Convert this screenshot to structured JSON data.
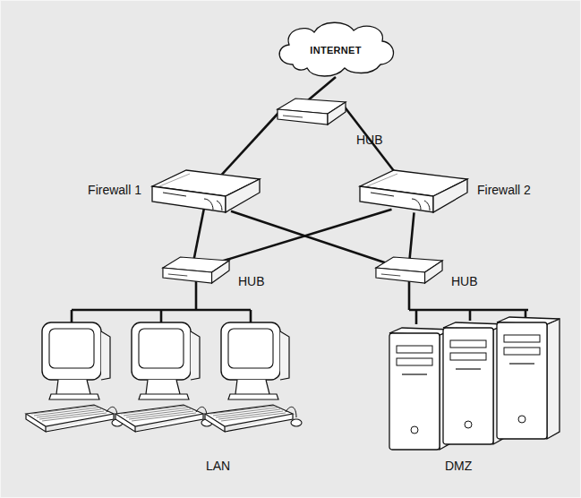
{
  "diagram": {
    "nodes": [
      {
        "text": [
          "INTERNET"
        ]
      },
      {
        "text": [
          "HUB"
        ]
      },
      {
        "text": [
          "Firewall 1"
        ]
      },
      {
        "text": [
          "Firewall 2"
        ]
      },
      {
        "text": [
          "HUB"
        ]
      },
      {
        "text": [
          "HUB"
        ]
      },
      {
        "text": [
          "LAN"
        ]
      },
      {
        "text": [
          "DMZ"
        ]
      }
    ],
    "edges": [
      {
        "from": 0,
        "to": 1,
        "arrow": "none"
      },
      {
        "from": 1,
        "to": 2,
        "arrow": "none"
      },
      {
        "from": 1,
        "to": 3,
        "arrow": "none"
      },
      {
        "from": 2,
        "to": 4,
        "arrow": "none"
      },
      {
        "from": 2,
        "to": 5,
        "arrow": "none"
      },
      {
        "from": 3,
        "to": 4,
        "arrow": "none"
      },
      {
        "from": 3,
        "to": 5,
        "arrow": "none"
      },
      {
        "from": 4,
        "to": 6,
        "arrow": "none"
      },
      {
        "from": 5,
        "to": 7,
        "arrow": "none"
      }
    ]
  }
}
